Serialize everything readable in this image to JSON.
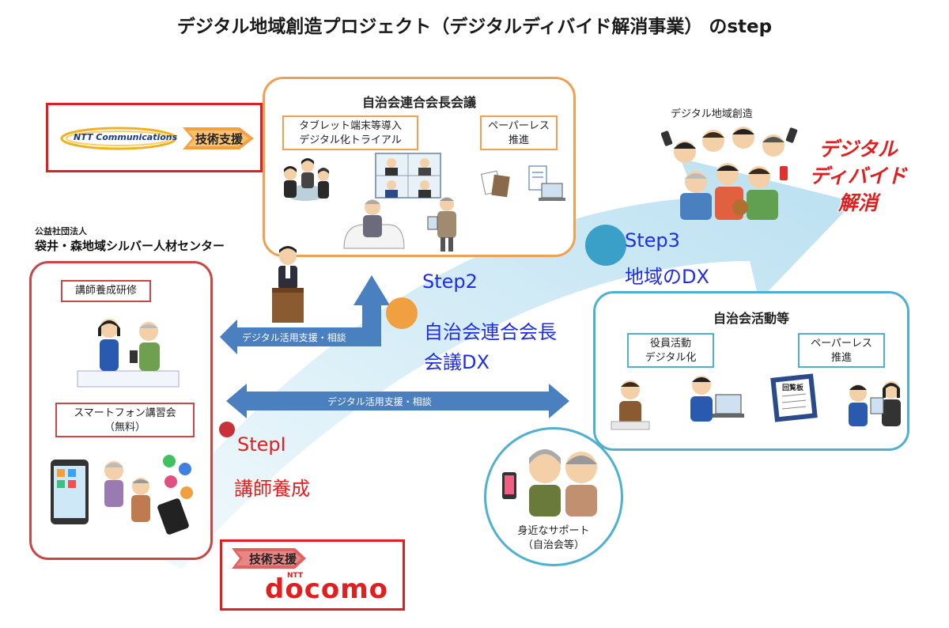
{
  "title": "デジタル地域創造プロジェクト（デジタルディバイド解消事業） のstep",
  "ntt": {
    "logo_text": "NTT Communications",
    "support_label": "技術支援"
  },
  "organization": {
    "type": "公益社団法人",
    "name": "袋井・森地域シルバー人材センター"
  },
  "council": {
    "title": "自治会連合会長会議",
    "trial_label": "タブレット端末等導入\nデジタル化トライアル",
    "paperless_label": "ペーパーレス\n推進"
  },
  "training": {
    "instructor_label": "講師養成研修",
    "smartphone_label": "スマートフォン講習会\n（無料）"
  },
  "arrows": {
    "upper_label": "デジタル活用支援・相談",
    "lower_label": "デジタル活用支援・相談"
  },
  "steps": {
    "step1_title": "StepⅠ",
    "step1_text": "講師養成",
    "step2_title": "Step2",
    "step2_text_line1": "自治会連合会長",
    "step2_text_line2": "会議DX",
    "step3_title": "Step3",
    "step3_text": "地域のDX"
  },
  "creation": {
    "label": "デジタル地域創造",
    "divide_line1": "デジタル",
    "divide_line2": "ディバイド",
    "divide_line3": "解消"
  },
  "activity": {
    "title": "自治会活動等",
    "officer_label": "役員活動\nデジタル化",
    "paperless_label": "ペーパーレス\n推進",
    "doc_label": "回覧板"
  },
  "support": {
    "label_line1": "身近なサポート",
    "label_line2": "（自治会等）"
  },
  "docomo": {
    "support_label": "技術支援",
    "ntt_small": "NTT",
    "logo_text": "docomo"
  },
  "colors": {
    "step1": "#e02020",
    "step2": "#f0a040",
    "step3": "#3aa0c8",
    "council_border": "#f0a050",
    "training_border": "#c84848",
    "activity_border": "#4fb0d0",
    "arrow_blue": "#4a7fc0"
  }
}
